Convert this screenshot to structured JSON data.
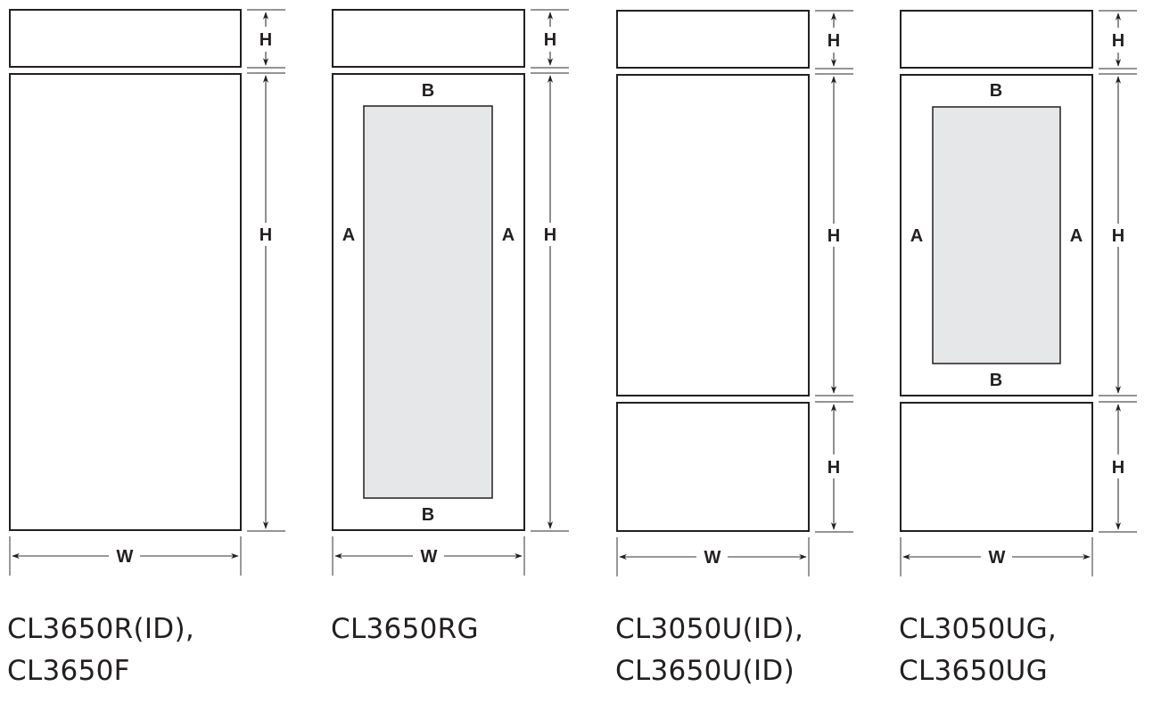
{
  "dimension_labels": {
    "height": "H",
    "width": "W",
    "stile": "A",
    "rail": "B"
  },
  "colors": {
    "outline": "#231f20",
    "glass_fill": "#e6e7e8",
    "background": "#ffffff"
  },
  "diagrams": [
    {
      "id": "solid-door",
      "panels": [
        "top grille",
        "full door"
      ],
      "glass": false,
      "caption": [
        "CL3650R(ID),",
        "CL3650F"
      ]
    },
    {
      "id": "glass-door",
      "panels": [
        "top grille",
        "full glass door"
      ],
      "glass": true,
      "caption": [
        "CL3650RG"
      ]
    },
    {
      "id": "solid-door-drawer",
      "panels": [
        "top grille",
        "door",
        "drawer"
      ],
      "glass": false,
      "caption": [
        "CL3050U(ID),",
        "CL3650U(ID)"
      ]
    },
    {
      "id": "glass-door-drawer",
      "panels": [
        "top grille",
        "glass door",
        "drawer"
      ],
      "glass": true,
      "caption": [
        "CL3050UG,",
        "CL3650UG"
      ]
    }
  ]
}
